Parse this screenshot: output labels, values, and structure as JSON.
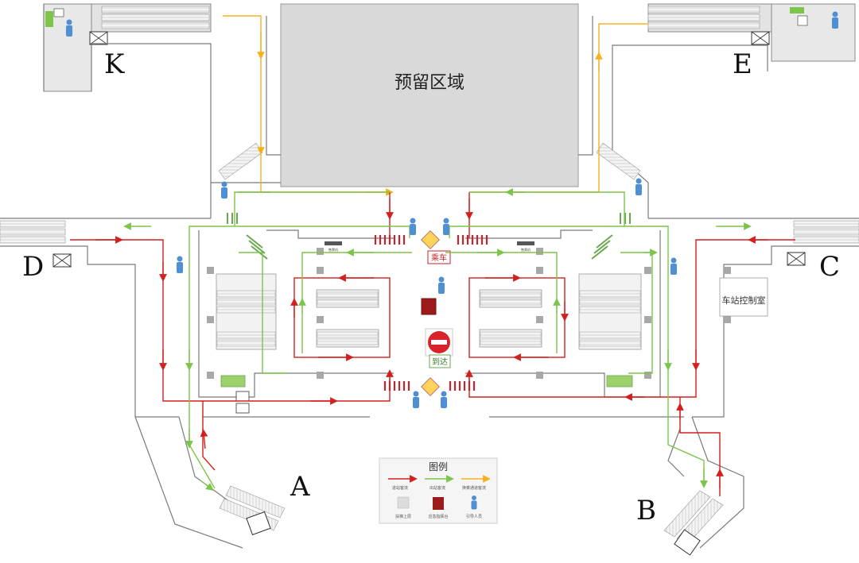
{
  "colors": {
    "entry_flow": "#d41f1f",
    "exit_flow": "#7dc44a",
    "transfer_flow": "#f5b21e",
    "wall": "#7a7a7a",
    "reserved_fill": "#d9d9d9",
    "platform_fill": "#f0f0f0",
    "gate_red": "#c8232c",
    "gate_green": "#6aa84f",
    "staff": "#4f8fd3",
    "emergency_box": "#9b1b1b",
    "no_entry_red": "#d8232a"
  },
  "reserved_area": {
    "label": "预留区域"
  },
  "entrances": [
    {
      "id": "K",
      "label": "K"
    },
    {
      "id": "E",
      "label": "E"
    },
    {
      "id": "D",
      "label": "D"
    },
    {
      "id": "C",
      "label": "C"
    },
    {
      "id": "A",
      "label": "A"
    },
    {
      "id": "B",
      "label": "B"
    }
  ],
  "rooms": {
    "station_control": "车站控制室",
    "ticket_machine_left": "售票机",
    "ticket_machine_right": "售票机"
  },
  "center": {
    "boarding_sign": "乘车",
    "arrival_sign": "到达"
  },
  "legend": {
    "title": "图例",
    "items": [
      {
        "kind": "arrow",
        "color": "#d41f1f",
        "label": "进站客流"
      },
      {
        "kind": "arrow",
        "color": "#7dc44a",
        "label": "出站客流"
      },
      {
        "kind": "arrow",
        "color": "#f5b21e",
        "label": "换乘通道客流"
      },
      {
        "kind": "swatch",
        "color": "#dcdcdc",
        "label": "扶梯上层"
      },
      {
        "kind": "swatch",
        "color": "#9b1b1b",
        "label": "应急指挥台"
      },
      {
        "kind": "person",
        "color": "#4f8fd3",
        "label": "引导人员"
      }
    ]
  },
  "icons": [
    "person-icon",
    "escalator-icon",
    "elevator-icon",
    "no-entry-icon",
    "toilet-icon",
    "gate-icon"
  ]
}
